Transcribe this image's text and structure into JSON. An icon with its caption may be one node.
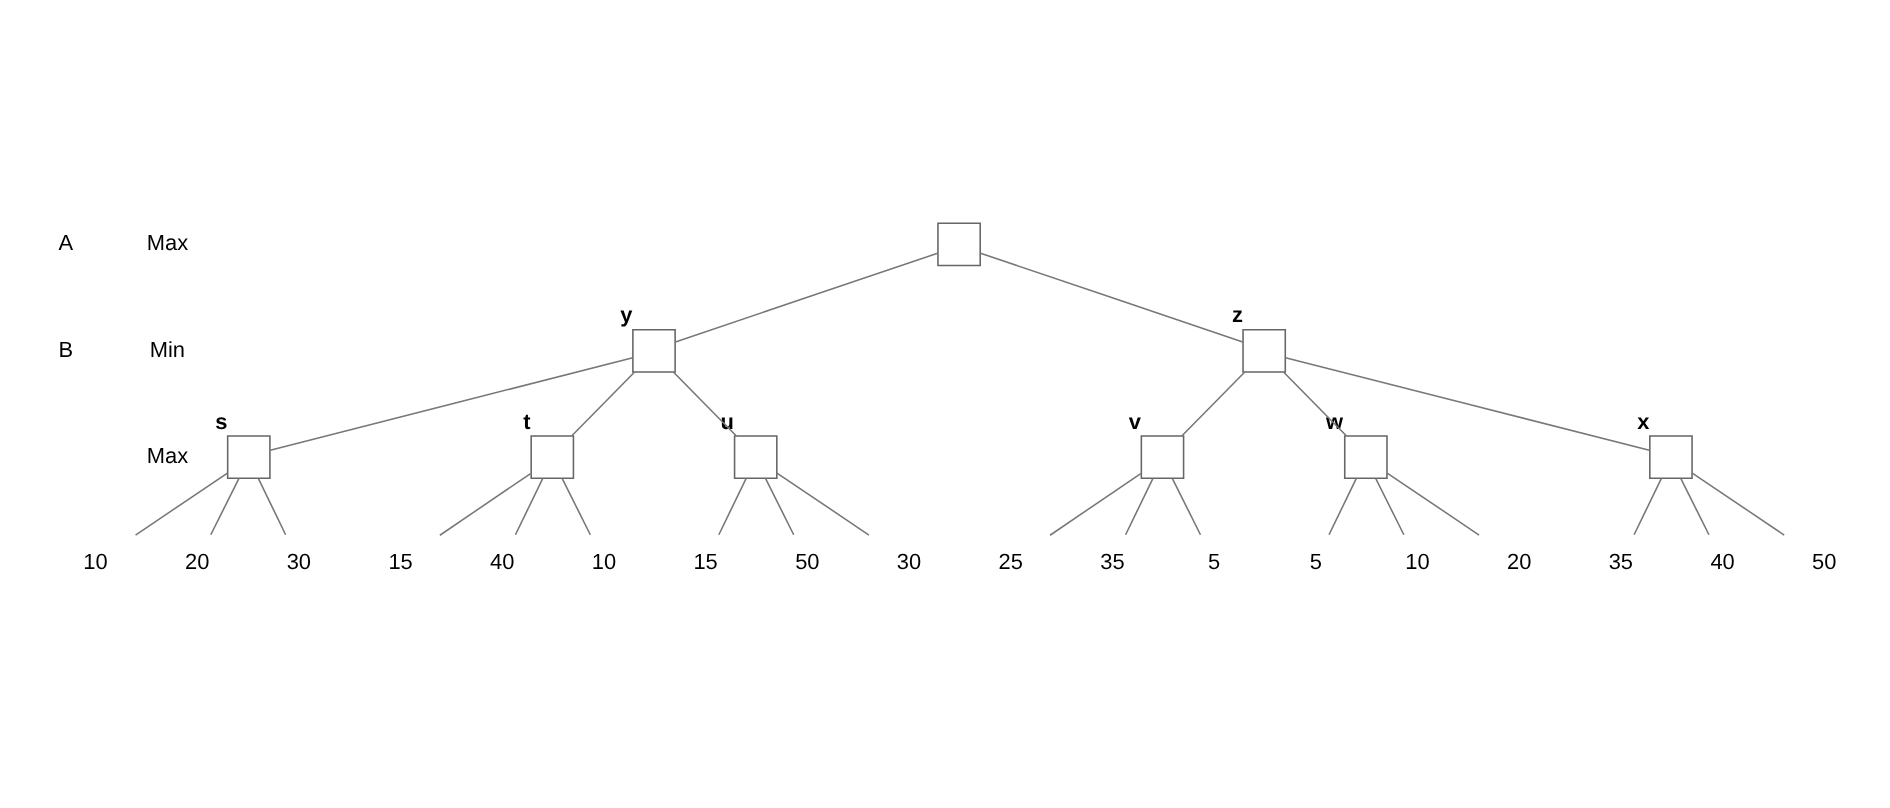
{
  "diagram": {
    "nodes": [
      {
        "text": [],
        "shape": "box"
      },
      {
        "text": [],
        "shape": "box",
        "beside": [
          "y"
        ]
      },
      {
        "text": [],
        "shape": "box",
        "beside": [
          "z"
        ]
      },
      {
        "text": [],
        "shape": "box",
        "beside": [
          "s"
        ]
      },
      {
        "text": [],
        "shape": "box",
        "beside": [
          "t"
        ]
      },
      {
        "text": [],
        "shape": "box",
        "beside": [
          "u"
        ]
      },
      {
        "text": [],
        "shape": "box",
        "beside": [
          "v"
        ]
      },
      {
        "text": [],
        "shape": "box",
        "beside": [
          "w"
        ]
      },
      {
        "text": [],
        "shape": "box",
        "beside": [
          "x"
        ]
      },
      {
        "text": [
          "10"
        ]
      },
      {
        "text": [
          "20"
        ]
      },
      {
        "text": [
          "30"
        ]
      },
      {
        "text": [
          "15"
        ]
      },
      {
        "text": [
          "40"
        ]
      },
      {
        "text": [
          "10"
        ]
      },
      {
        "text": [
          "15"
        ]
      },
      {
        "text": [
          "50"
        ]
      },
      {
        "text": [
          "30"
        ]
      },
      {
        "text": [
          "25"
        ]
      },
      {
        "text": [
          "35"
        ]
      },
      {
        "text": [
          "5"
        ]
      },
      {
        "text": [
          "5"
        ]
      },
      {
        "text": [
          "10"
        ]
      },
      {
        "text": [
          "20"
        ]
      },
      {
        "text": [
          "35"
        ]
      },
      {
        "text": [
          "40"
        ]
      },
      {
        "text": [
          "50"
        ]
      }
    ],
    "edges": [
      {
        "from": 0,
        "to": 1,
        "arrow": "none"
      },
      {
        "from": 0,
        "to": 2,
        "arrow": "none"
      },
      {
        "from": 1,
        "to": 3,
        "arrow": "none"
      },
      {
        "from": 1,
        "to": 4,
        "arrow": "none"
      },
      {
        "from": 1,
        "to": 5,
        "arrow": "none"
      },
      {
        "from": 2,
        "to": 6,
        "arrow": "none"
      },
      {
        "from": 2,
        "to": 7,
        "arrow": "none"
      },
      {
        "from": 2,
        "to": 8,
        "arrow": "none"
      },
      {
        "from": 3,
        "to": 9,
        "arrow": "none"
      },
      {
        "from": 3,
        "to": 10,
        "arrow": "none"
      },
      {
        "from": 3,
        "to": 11,
        "arrow": "none"
      },
      {
        "from": 4,
        "to": 12,
        "arrow": "none"
      },
      {
        "from": 4,
        "to": 13,
        "arrow": "none"
      },
      {
        "from": 4,
        "to": 14,
        "arrow": "none"
      },
      {
        "from": 5,
        "to": 15,
        "arrow": "none"
      },
      {
        "from": 5,
        "to": 16,
        "arrow": "none"
      },
      {
        "from": 5,
        "to": 17,
        "arrow": "none"
      },
      {
        "from": 6,
        "to": 18,
        "arrow": "none"
      },
      {
        "from": 6,
        "to": 19,
        "arrow": "none"
      },
      {
        "from": 6,
        "to": 20,
        "arrow": "none"
      },
      {
        "from": 7,
        "to": 21,
        "arrow": "none"
      },
      {
        "from": 7,
        "to": 22,
        "arrow": "none"
      },
      {
        "from": 7,
        "to": 23,
        "arrow": "none"
      },
      {
        "from": 8,
        "to": 24,
        "arrow": "none"
      },
      {
        "from": 8,
        "to": 25,
        "arrow": "none"
      },
      {
        "from": 8,
        "to": 26,
        "arrow": "none"
      }
    ],
    "labels": [
      "A",
      "Max",
      "Min",
      "B",
      "Max"
    ]
  }
}
